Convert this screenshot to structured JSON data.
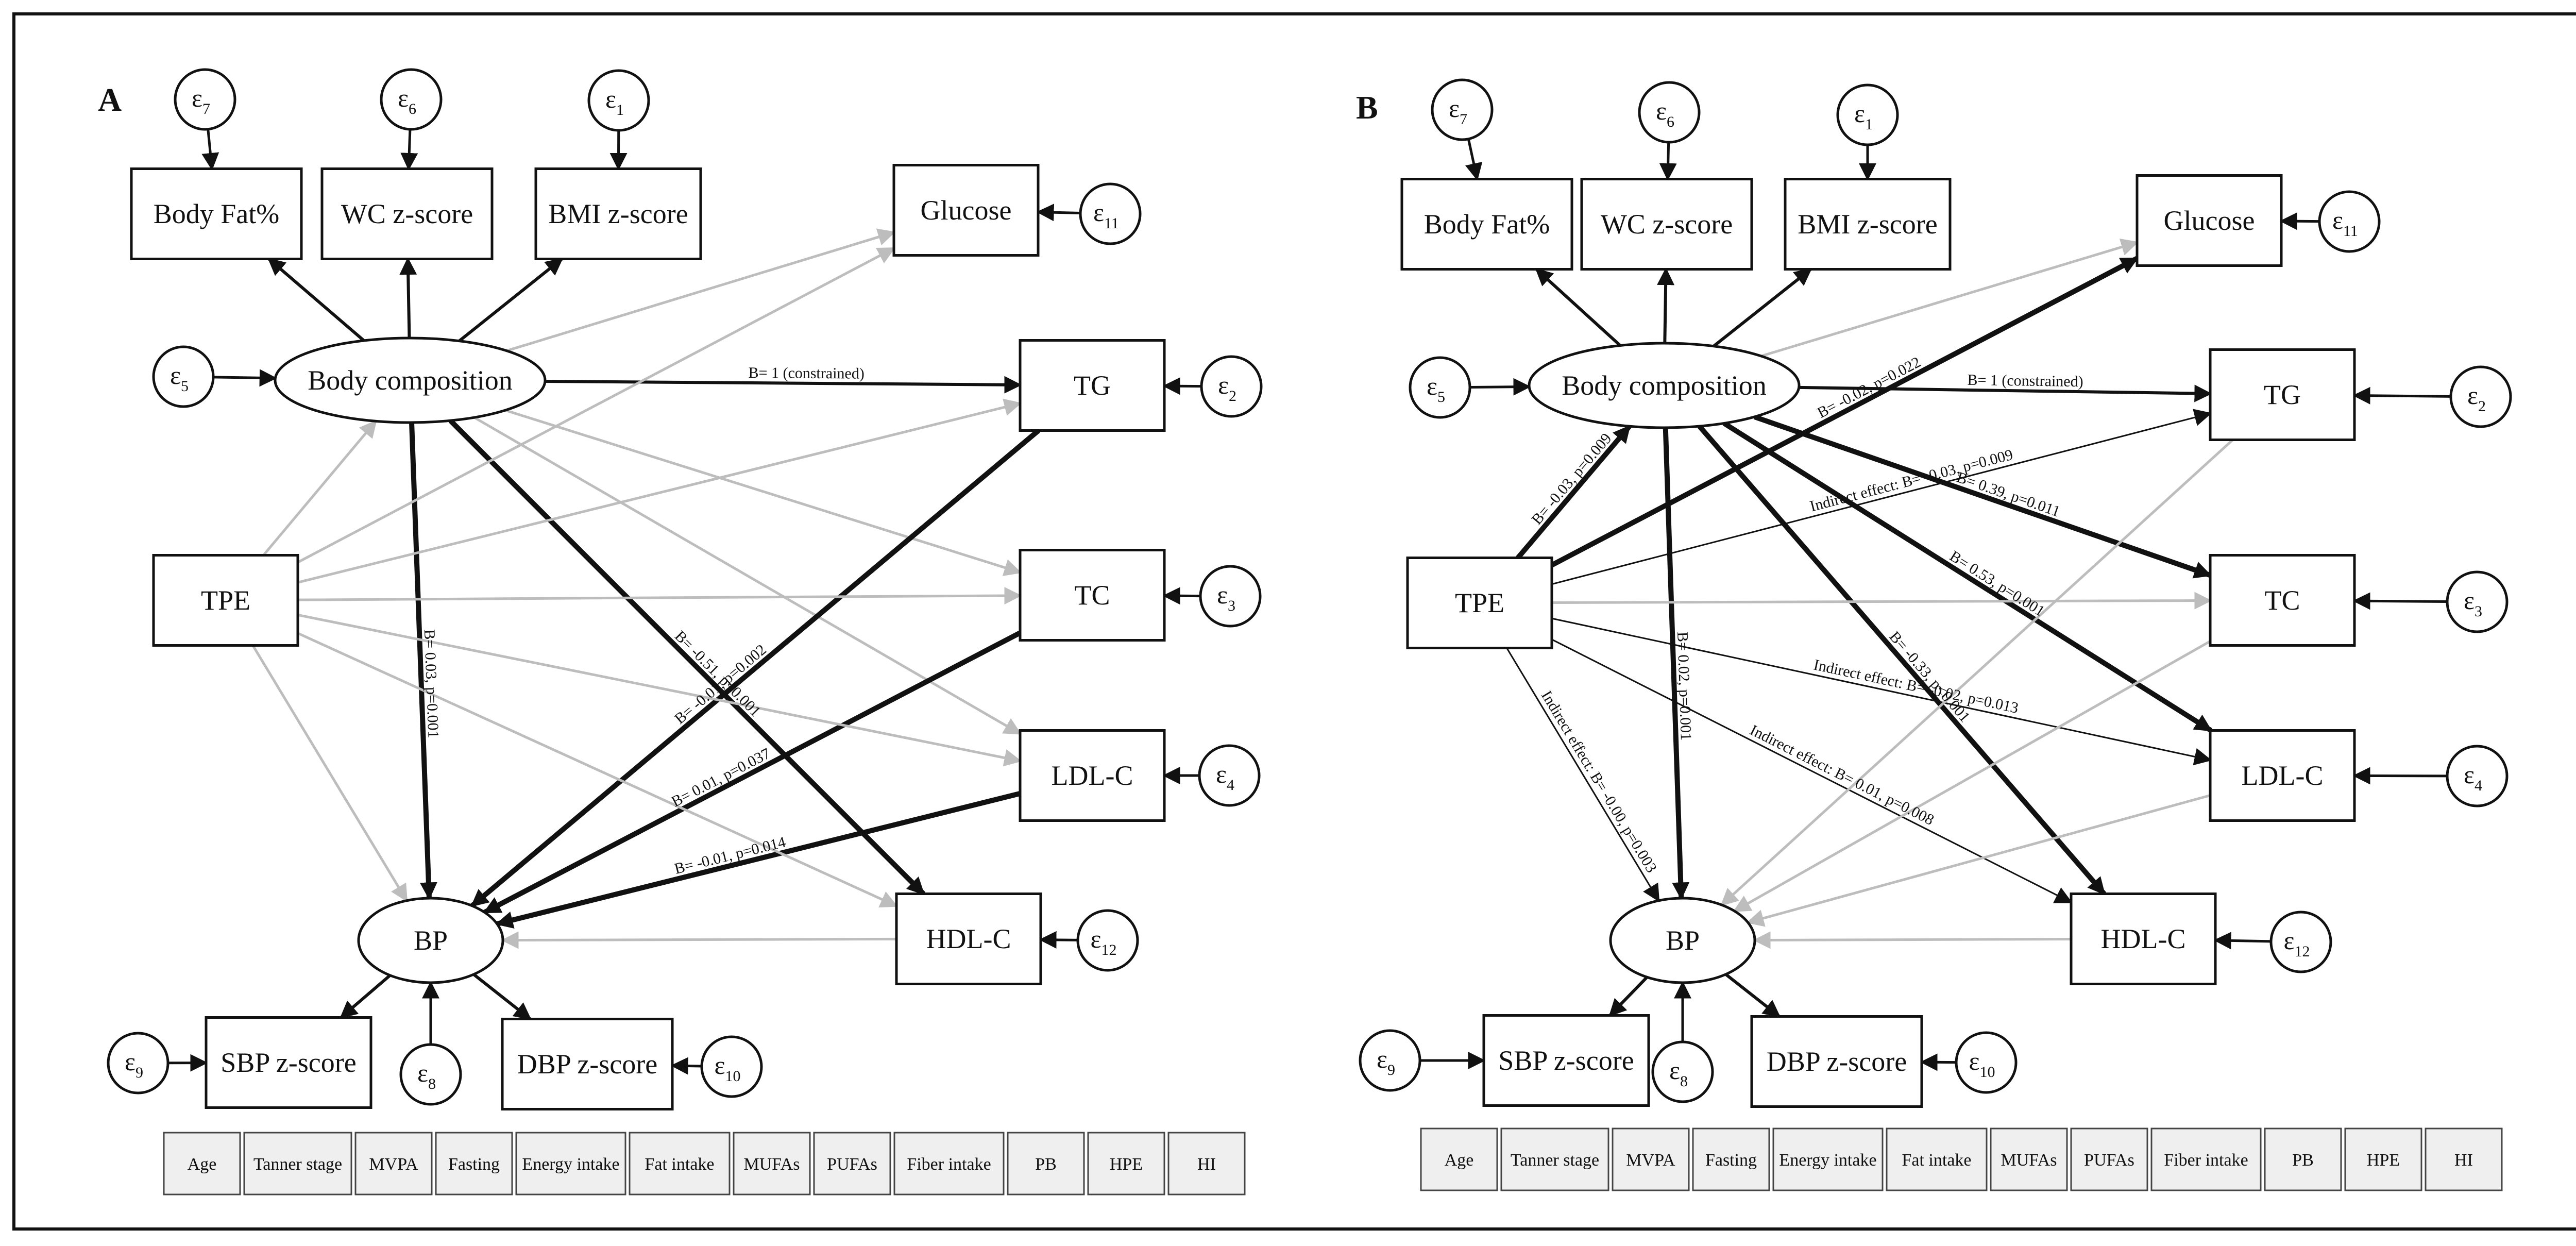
{
  "epsilon_symbol": "ε",
  "colors": {
    "strong": "#111111",
    "weak": "#bdbdbd",
    "box_fill": "#ffffff",
    "covariate_fill": "#efefef"
  },
  "covariates": [
    "Age",
    "Tanner stage",
    "MVPA",
    "Fasting",
    "Energy intake",
    "Fat intake",
    "MUFAs",
    "PUFAs",
    "Fiber intake",
    "PB",
    "HPE",
    "HI"
  ],
  "panels": [
    {
      "label": "A",
      "nodes": {
        "bodyfat": "Body Fat%",
        "wc": "WC z-score",
        "bmi": "BMI z-score",
        "glucose": "Glucose",
        "bodycomp": "Body composition",
        "tg": "TG",
        "tpe": "TPE",
        "tc": "TC",
        "ldl": "LDL-C",
        "hdl": "HDL-C",
        "bp": "BP",
        "sbp": "SBP z-score",
        "dbp": "DBP z-score"
      },
      "errors": {
        "e7": "7",
        "e6": "6",
        "e1": "1",
        "e11": "11",
        "e5": "5",
        "e2": "2",
        "e3": "3",
        "e4": "4",
        "e12": "12",
        "e9": "9",
        "e8": "8",
        "e10": "10"
      },
      "edge_labels": {
        "bc_tg": "B= 1 (constrained)",
        "bc_bp": "B= 0.03, p=0.001",
        "tg_bp": "B= -0.01, p=0.002",
        "tc_bp": "B=  0.01, p=0.037",
        "ldl_bp": "B= -0.01, p=0.014",
        "bc_hdl": "B= -0.51, p<0.001"
      }
    },
    {
      "label": "B",
      "nodes": {
        "bodyfat": "Body Fat%",
        "wc": "WC z-score",
        "bmi": "BMI z-score",
        "glucose": "Glucose",
        "bodycomp": "Body composition",
        "tg": "TG",
        "tpe": "TPE",
        "tc": "TC",
        "ldl": "LDL-C",
        "hdl": "HDL-C",
        "bp": "BP",
        "sbp": "SBP z-score",
        "dbp": "DBP z-score"
      },
      "errors": {
        "e7": "7",
        "e6": "6",
        "e1": "1",
        "e11": "11",
        "e5": "5",
        "e2": "2",
        "e3": "3",
        "e4": "4",
        "e12": "12",
        "e9": "9",
        "e8": "8",
        "e10": "10"
      },
      "edge_labels": {
        "bc_tg": "B= 1 (constrained)",
        "tpe_glucose": "B= -0.02, p=0.022",
        "tpe_bc": "B= -0.03, p=0.009",
        "ind_tg": "Indirect effect: B= -0.03, p=0.009",
        "bc_tc": "B= 0.39, p=0.011",
        "bc_ldl": "B= 0.53, p=0.001",
        "ind_ldl": "Indirect effect: B= -0.02, p=0.013",
        "bc_hdl": "B= -0.33, p<0.001",
        "ind_hdl": "Indirect effect: B= 0.01, p=0.008",
        "tpe_bp": "Indirect effect: B= -0.00, p=0.003",
        "bc_bp": "B= 0.02, p=0.001"
      }
    }
  ]
}
